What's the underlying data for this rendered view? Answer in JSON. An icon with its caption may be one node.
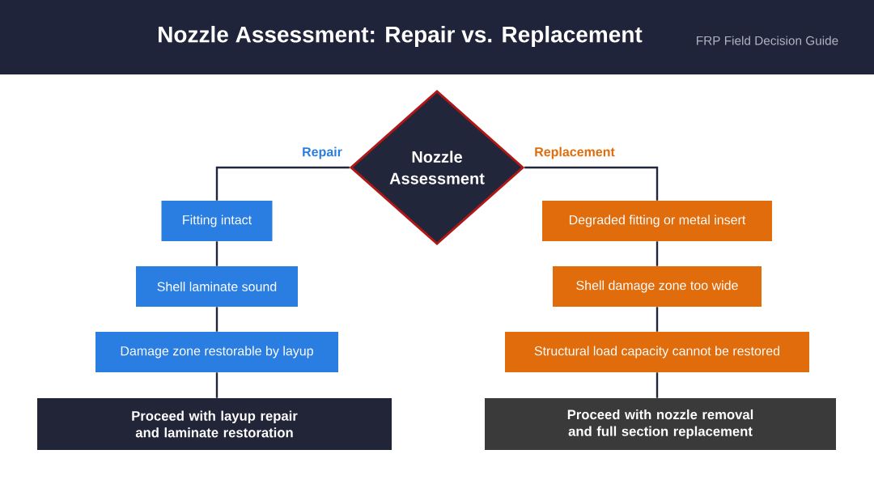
{
  "diagram": {
    "title": "Nozzle Assessment: Repair vs. Replacement",
    "nodes": [
      {
        "text": [
          "Nozzle Assessment"
        ]
      },
      {
        "text": [
          "Fitting intact"
        ]
      },
      {
        "text": [
          "Shell laminate sound"
        ]
      },
      {
        "text": [
          "Damage zone restorable by layup"
        ]
      },
      {
        "text": [
          "Proceed with layup repair and laminate restoration"
        ]
      },
      {
        "text": [
          "Degraded fitting or metal insert"
        ]
      },
      {
        "text": [
          "Shell damage zone too wide"
        ]
      },
      {
        "text": [
          "Structural load capacity cannot be restored"
        ]
      },
      {
        "text": [
          "Proceed with nozzle removal and full section replacement"
        ]
      }
    ],
    "edges": [
      {
        "from": 0,
        "to": 1,
        "arrow": "none",
        "label": "Repair"
      },
      {
        "from": 1,
        "to": 2,
        "arrow": "none"
      },
      {
        "from": 2,
        "to": 3,
        "arrow": "none"
      },
      {
        "from": 3,
        "to": 4,
        "arrow": "none"
      },
      {
        "from": 0,
        "to": 5,
        "arrow": "none",
        "label": "Replacement"
      },
      {
        "from": 5,
        "to": 6,
        "arrow": "none"
      },
      {
        "from": 6,
        "to": 7,
        "arrow": "none"
      },
      {
        "from": 7,
        "to": 8,
        "arrow": "none"
      }
    ],
    "labels": [
      "FRP Field Decision Guide"
    ]
  }
}
